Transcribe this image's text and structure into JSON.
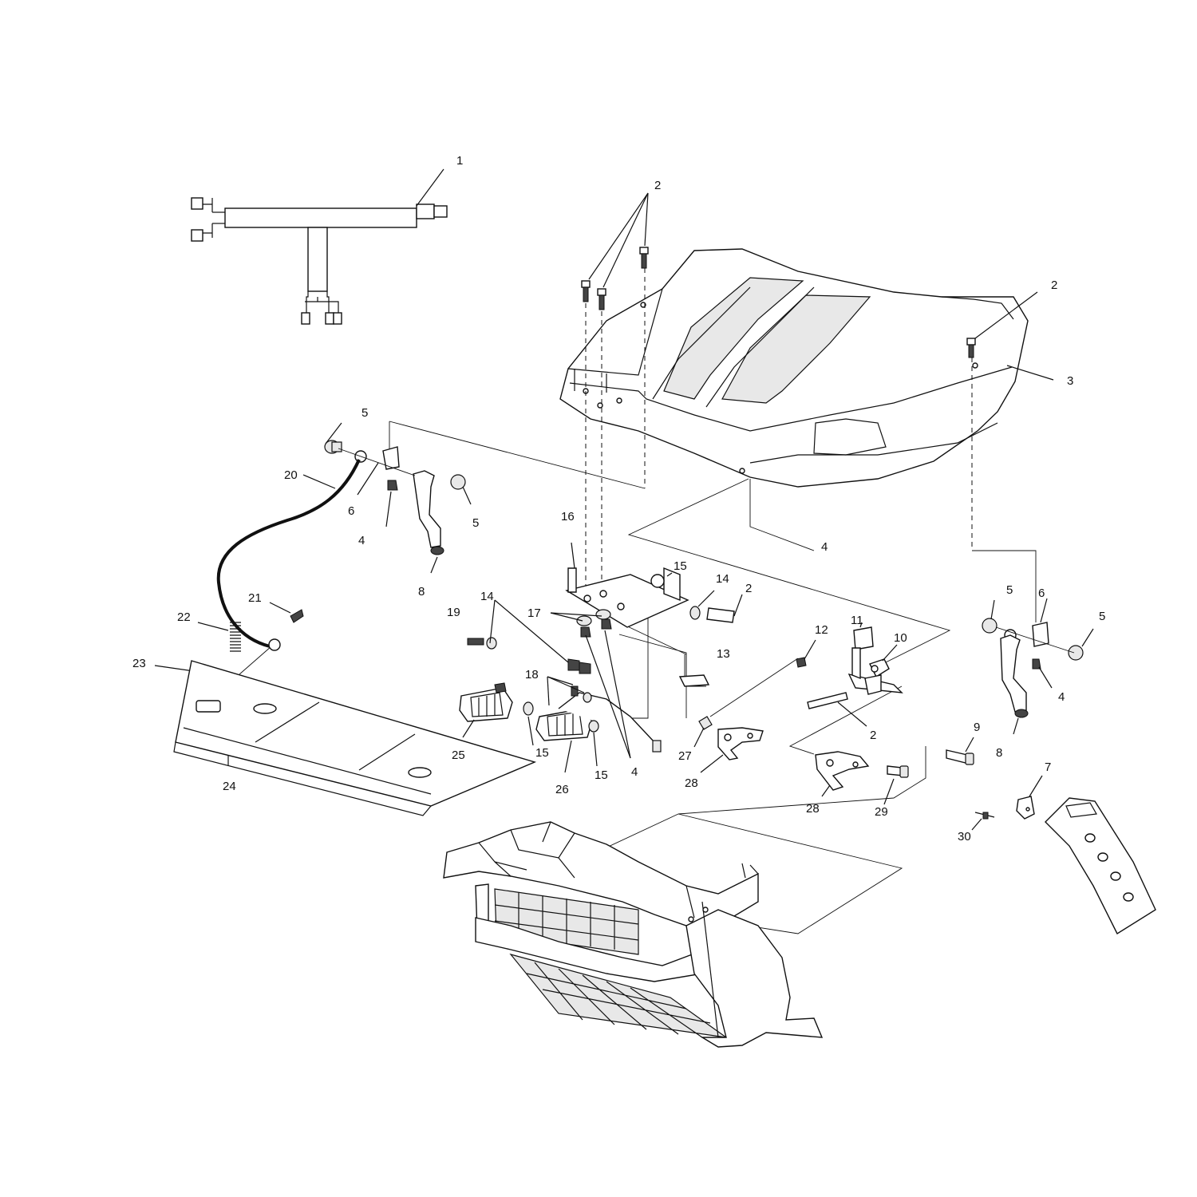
{
  "callouts": [
    {
      "id": "c1",
      "text": "1"
    },
    {
      "id": "c2a",
      "text": "2"
    },
    {
      "id": "c2b",
      "text": "2"
    },
    {
      "id": "c3",
      "text": "3"
    },
    {
      "id": "c5a",
      "text": "5"
    },
    {
      "id": "c20",
      "text": "20"
    },
    {
      "id": "c6a",
      "text": "6"
    },
    {
      "id": "c4a",
      "text": "4"
    },
    {
      "id": "c5b",
      "text": "5"
    },
    {
      "id": "c8a",
      "text": "8"
    },
    {
      "id": "c16",
      "text": "16"
    },
    {
      "id": "c15a",
      "text": "15"
    },
    {
      "id": "c14a",
      "text": "14"
    },
    {
      "id": "c2c",
      "text": "2"
    },
    {
      "id": "c4b",
      "text": "4"
    },
    {
      "id": "c14b",
      "text": "14"
    },
    {
      "id": "c19",
      "text": "19"
    },
    {
      "id": "c17",
      "text": "17"
    },
    {
      "id": "c21",
      "text": "21"
    },
    {
      "id": "c22",
      "text": "22"
    },
    {
      "id": "c23",
      "text": "23"
    },
    {
      "id": "c18",
      "text": "18"
    },
    {
      "id": "c13",
      "text": "13"
    },
    {
      "id": "c12",
      "text": "12"
    },
    {
      "id": "c11",
      "text": "11"
    },
    {
      "id": "c10",
      "text": "10"
    },
    {
      "id": "c5c",
      "text": "5"
    },
    {
      "id": "c6b",
      "text": "6"
    },
    {
      "id": "c5d",
      "text": "5"
    },
    {
      "id": "c4c",
      "text": "4"
    },
    {
      "id": "c25",
      "text": "25"
    },
    {
      "id": "c15b",
      "text": "15"
    },
    {
      "id": "c15c",
      "text": "15"
    },
    {
      "id": "c4d",
      "text": "4"
    },
    {
      "id": "c27",
      "text": "27"
    },
    {
      "id": "c2d",
      "text": "2"
    },
    {
      "id": "c9",
      "text": "9"
    },
    {
      "id": "c8b",
      "text": "8"
    },
    {
      "id": "c26",
      "text": "26"
    },
    {
      "id": "c28a",
      "text": "28"
    },
    {
      "id": "c24",
      "text": "24"
    },
    {
      "id": "c7",
      "text": "7"
    },
    {
      "id": "c28b",
      "text": "28"
    },
    {
      "id": "c29",
      "text": "29"
    },
    {
      "id": "c30",
      "text": "30"
    }
  ]
}
